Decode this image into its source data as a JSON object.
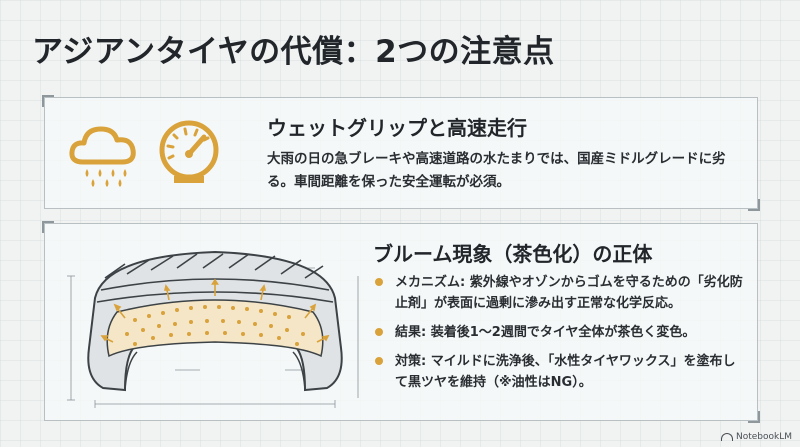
{
  "title": "アジアンタイヤの代償：2つの注意点",
  "section1": {
    "heading": "ウェットグリップと高速走行",
    "body": "大雨の日の急ブレーキや高速道路の水たまりでは、国産ミドルグレードに劣る。車間距離を保った安全運転が必須。",
    "icons": [
      "rain-cloud-icon",
      "speedometer-icon"
    ]
  },
  "section2": {
    "heading": "ブルーム現象（茶色化）の正体",
    "bullets": [
      "メカニズム: 紫外線やオゾンからゴムを守るための「劣化防止剤」が表面に過剰に滲み出す正常な化学反応。",
      "結果: 装着後1〜2週間でタイヤ全体が茶色く変色。",
      "対策: マイルドに洗浄後、「水性タイヤワックス」を塗布して黒ツヤを維持（※油性はNG）。"
    ]
  },
  "footer": {
    "brand": "NotebookLM"
  },
  "colors": {
    "accent": "#d9a23a",
    "text": "#22262a",
    "line": "#4a4f54"
  }
}
